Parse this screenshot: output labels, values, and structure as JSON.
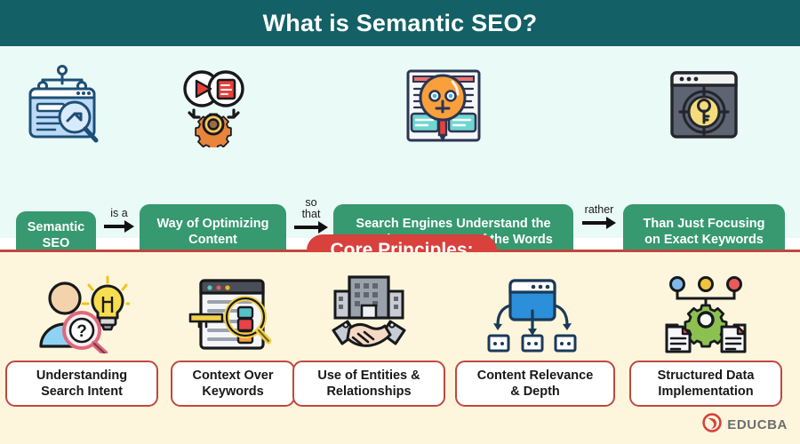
{
  "header": {
    "title": "What is Semantic SEO?",
    "bg_color": "#136066",
    "text_color": "#ffffff"
  },
  "theme": {
    "top_bg": "#eafaf7",
    "bottom_bg": "#fdf6dc",
    "green_box": "#37996f",
    "red_accent": "#d8413c",
    "divider": "#c0483f"
  },
  "flow": {
    "icons": [
      {
        "name": "browser-search-icon",
        "alt": "browser window with magnifying glass and arrow"
      },
      {
        "name": "content-optimization-gear-icon",
        "alt": "play button and document with gear"
      },
      {
        "name": "semantic-understanding-icon",
        "alt": "bulb robot face over documents with pencil"
      },
      {
        "name": "keyword-target-key-icon",
        "alt": "browser window with key in crosshair target"
      }
    ],
    "boxes": [
      {
        "label": "Semantic\nSEO"
      },
      {
        "label": "Way of Optimizing\nContent"
      },
      {
        "label": "Search Engines Understand the\nMeaning & Context of the Words"
      },
      {
        "label": "Than Just Focusing\non Exact Keywords"
      }
    ],
    "connectors": [
      {
        "label": "is a"
      },
      {
        "label": "so\nthat"
      },
      {
        "label": "rather"
      }
    ]
  },
  "core_principles": {
    "banner_label": "Core Principles:",
    "items": [
      {
        "label": "Understanding\nSearch Intent",
        "icon": "user-question-bulb-icon"
      },
      {
        "label": "Context Over\nKeywords",
        "icon": "document-magnifier-key-icon"
      },
      {
        "label": "Use of Entities &\nRelationships",
        "icon": "building-handshake-icon"
      },
      {
        "label": "Content Relevance\n& Depth",
        "icon": "browser-distribution-icon"
      },
      {
        "label": "Structured Data\nImplementation",
        "icon": "schema-gear-documents-icon"
      }
    ]
  },
  "logo": {
    "text": "EDUCBA",
    "mark": "educba-play-circle-icon",
    "color": "#d8413c"
  }
}
